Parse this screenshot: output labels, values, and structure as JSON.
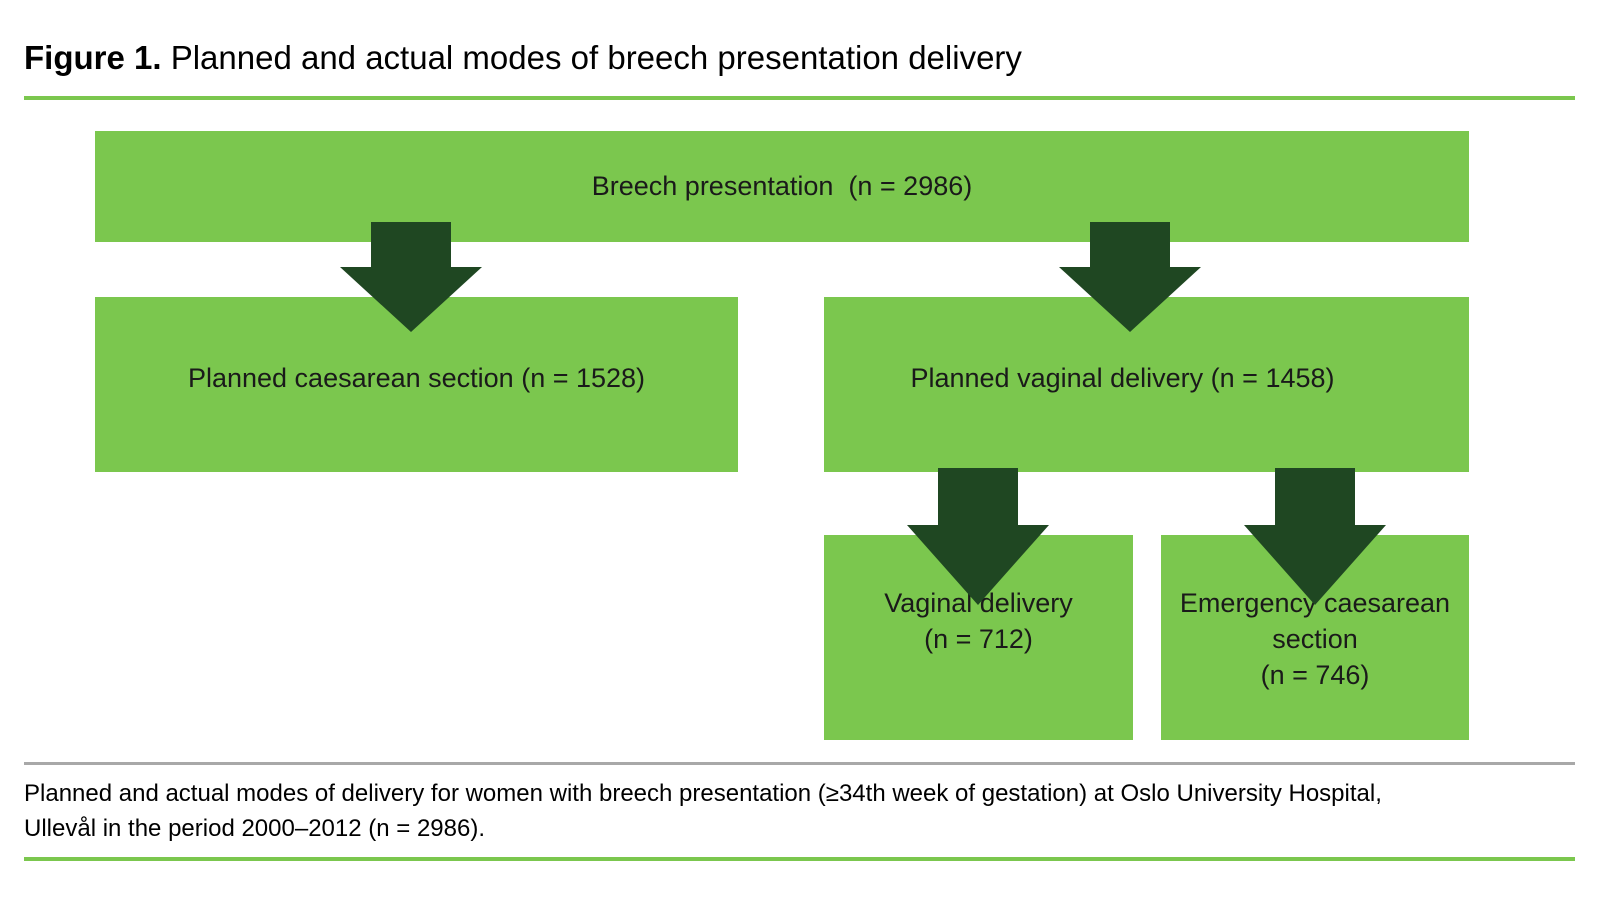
{
  "title": {
    "prefix": "Figure 1.",
    "text": " Planned and actual modes of breech presentation delivery"
  },
  "colors": {
    "box_green": "#7BC74E",
    "arrow_green": "#1F4722",
    "rule_green": "#7BC74E",
    "rule_gray": "#A8A8A8"
  },
  "flowchart": {
    "root": {
      "label": "Breech presentation  (n = 2986)",
      "n": 2986
    },
    "level2": [
      {
        "label": "Planned caesarean section (n = 1528)",
        "n": 1528
      },
      {
        "label": "Planned vaginal delivery (n = 1458)",
        "n": 1458
      }
    ],
    "level3": [
      {
        "lines": [
          "Vaginal delivery",
          "(n = 712)"
        ],
        "n": 712
      },
      {
        "lines": [
          "Emergency caesarean",
          "section",
          "(n = 746)"
        ],
        "n": 746
      }
    ]
  },
  "caption": {
    "line1": "Planned and actual modes of delivery for women with breech presentation (≥34th week of gestation) at Oslo University Hospital,",
    "line2": "Ullevål in the period 2000–2012 (n = 2986)."
  }
}
